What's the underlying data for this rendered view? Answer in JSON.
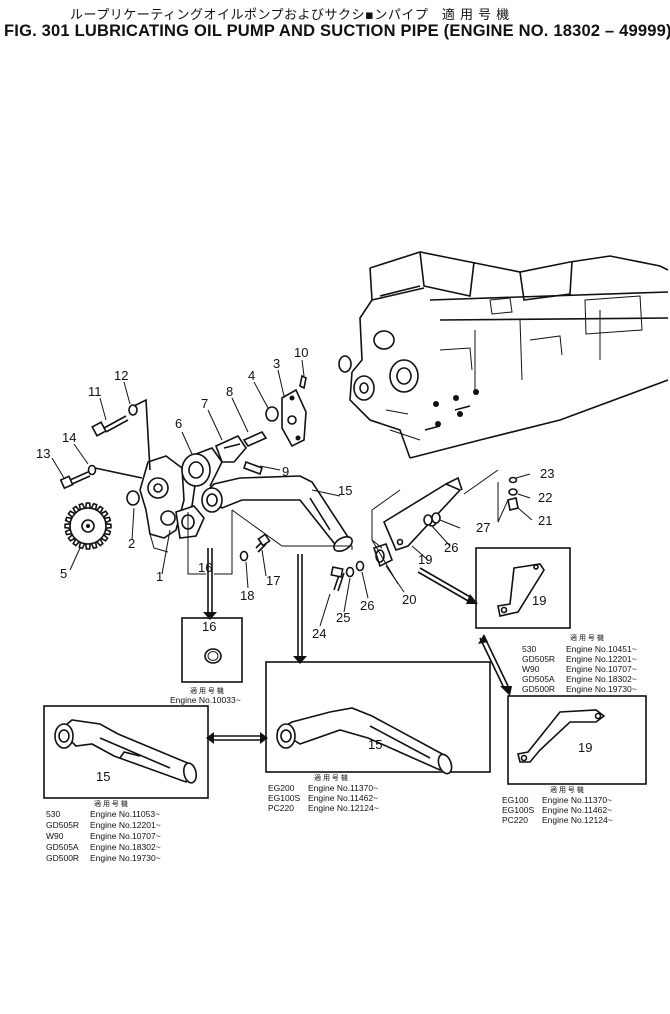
{
  "header": {
    "title_jp": "ループリケーティングオイルポンプおよびサクシ▪ンパイプ　適 用 号 機",
    "title_en": "FIG. 301  LUBRICATING OIL PUMP AND SUCTION PIPE (ENGINE NO. 18302 – 49999)"
  },
  "callouts": {
    "p1": "1",
    "p2": "2",
    "p3": "3",
    "p4": "4",
    "p5": "5",
    "p6": "6",
    "p7": "7",
    "p8": "8",
    "p9": "9",
    "p10": "10",
    "p11": "11",
    "p12": "12",
    "p13": "13",
    "p14": "14",
    "p15": "15",
    "p15b": "15",
    "p15c": "15",
    "p16": "16",
    "p16b": "16",
    "p17": "17",
    "p18": "18",
    "p19a": "19",
    "p19b": "19",
    "p19c": "19",
    "p20": "20",
    "p21": "21",
    "p22": "22",
    "p23": "23",
    "p24": "24",
    "p25": "25",
    "p26a": "26",
    "p26b": "26",
    "p27": "27"
  },
  "boxes": {
    "ring16": {
      "heading": "適 用 号 機",
      "rows": [
        {
          "model": "",
          "engine": "Engine No.10033~"
        }
      ]
    },
    "bracket19_top": {
      "heading": "適 用 号 機",
      "rows": [
        {
          "model": "530",
          "engine": "Engine No.10451~"
        },
        {
          "model": "GD505R",
          "engine": "Engine No.12201~"
        },
        {
          "model": "W90",
          "engine": "Engine No.10707~"
        },
        {
          "model": "GD505A",
          "engine": "Engine No.18302~"
        },
        {
          "model": "GD500R",
          "engine": "Engine No.19730~"
        }
      ]
    },
    "pipe15_left": {
      "heading": "適 用 号 機",
      "rows": [
        {
          "model": "530",
          "engine": "Engine No.11053~"
        },
        {
          "model": "GD505R",
          "engine": "Engine No.12201~"
        },
        {
          "model": "W90",
          "engine": "Engine No.10707~"
        },
        {
          "model": "GD505A",
          "engine": "Engine No.18302~"
        },
        {
          "model": "GD500R",
          "engine": "Engine No.19730~"
        }
      ]
    },
    "pipe15_center": {
      "heading": "適 用 号 機",
      "rows": [
        {
          "model": "EG200",
          "engine": "Engine No.11370~"
        },
        {
          "model": "EG100S",
          "engine": "Engine No.11462~"
        },
        {
          "model": "PC220",
          "engine": "Engine No.12124~"
        }
      ]
    },
    "bracket19_bottom": {
      "heading": "適 用 号 機",
      "rows": [
        {
          "model": "EG100",
          "engine": "Engine No.11370~"
        },
        {
          "model": "EG100S",
          "engine": "Engine No.11462~"
        },
        {
          "model": "PC220",
          "engine": "Engine No.12124~"
        }
      ]
    }
  },
  "colors": {
    "ink": "#111111",
    "paper": "#ffffff"
  }
}
